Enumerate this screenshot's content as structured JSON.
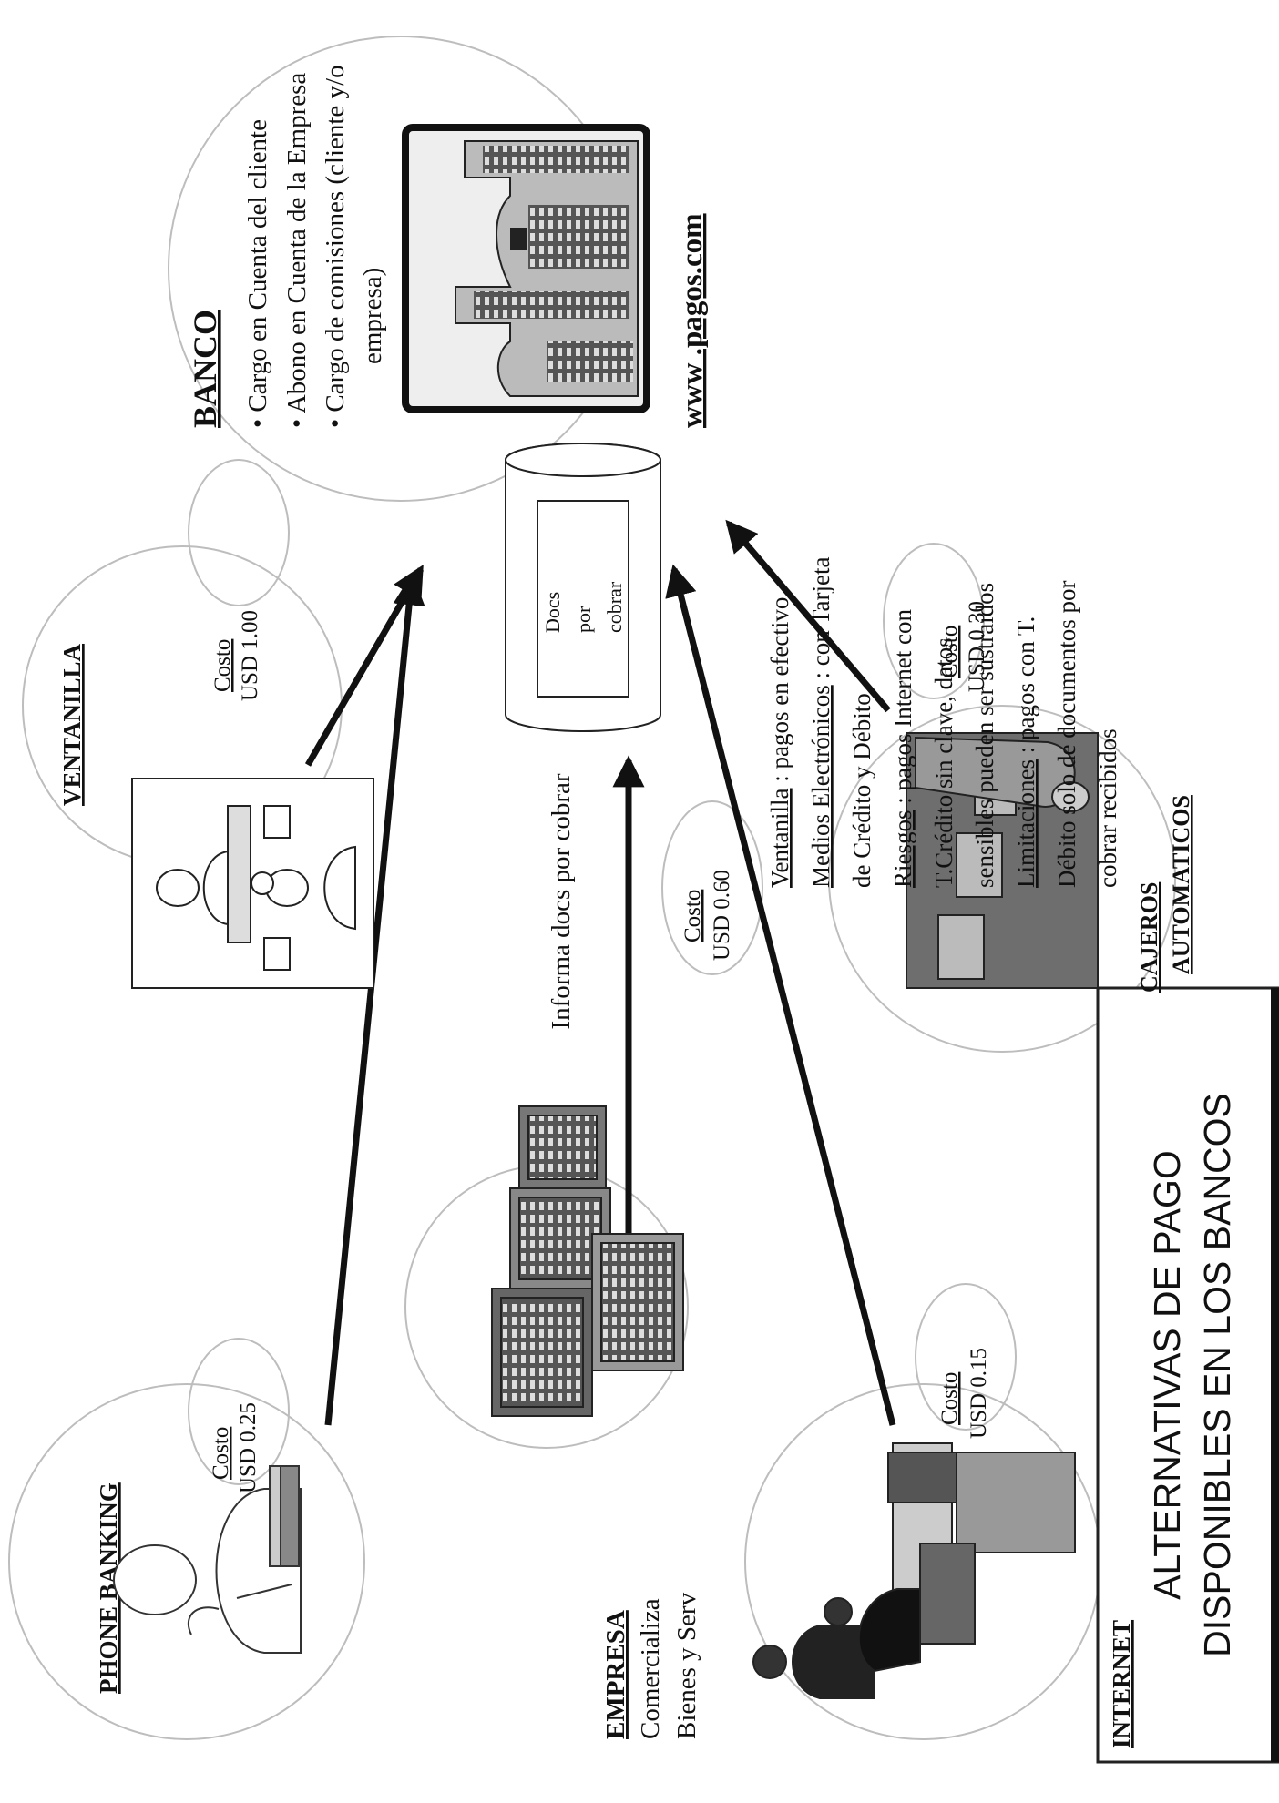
{
  "title": {
    "line1": "ALTERNATIVAS DE PAGO",
    "line2": "DISPONIBLES EN LOS BANCOS"
  },
  "banco": {
    "heading": "BANCO",
    "items": [
      "• Cargo en Cuenta del cliente",
      "• Abono en Cuenta de la Empresa",
      "• Cargo de comisiones (cliente y/o",
      "empresa)"
    ],
    "website": "www .pagos.com"
  },
  "notes": {
    "lines": [
      {
        "pre": "",
        "label": "Ventanilla",
        "post": " : pagos en efectivo"
      },
      {
        "pre": "",
        "label": "Medios Electrónicos",
        "post": " : con  Tarjeta"
      },
      {
        "pre": "de  Crédito y Débito",
        "label": "",
        "post": ""
      },
      {
        "pre": "",
        "label": "Riesgos",
        "post": " : pagos Internet con"
      },
      {
        "pre": "T.Crédito sin clave, datos",
        "label": "",
        "post": ""
      },
      {
        "pre": "sensibles pueden ser sustraídos",
        "label": "",
        "post": ""
      },
      {
        "pre": "",
        "label": "Limitaciones",
        "post": " : pagos con T."
      },
      {
        "pre": "Débito  solo de documentos por",
        "label": "",
        "post": ""
      },
      {
        "pre": "cobrar recibidos",
        "label": "",
        "post": ""
      }
    ]
  },
  "channels": {
    "phone_banking": {
      "label": "PHONE BANKING",
      "cost_label": "Costo",
      "cost_value": "USD 0.25"
    },
    "ventanilla": {
      "label": "VENTANILLA",
      "cost_label": "Costo",
      "cost_value": "USD 1.00"
    },
    "empresa": {
      "label": "EMPRESA",
      "sub1": "Comercializa",
      "sub2": "Bienes y Serv",
      "cost_label": "Costo",
      "cost_value": "USD 0.60",
      "flow_label": "Informa docs por cobrar"
    },
    "internet": {
      "label": "INTERNET",
      "cost_label": "Costo",
      "cost_value": "USD 0.15"
    },
    "cajeros": {
      "label1": "CAJEROS",
      "label2": "AUTOMATICOS",
      "cost_label": "Costo",
      "cost_value": "USD 0.30"
    }
  },
  "docs": {
    "line1": "Docs",
    "line2": "por",
    "line3": "cobrar"
  },
  "icons": [
    "phone-user-icon",
    "teller-counter-icon",
    "office-buildings-icon",
    "computer-users-icon",
    "atm-machines-icon",
    "city-skyline-icon",
    "document-cylinder-icon"
  ]
}
